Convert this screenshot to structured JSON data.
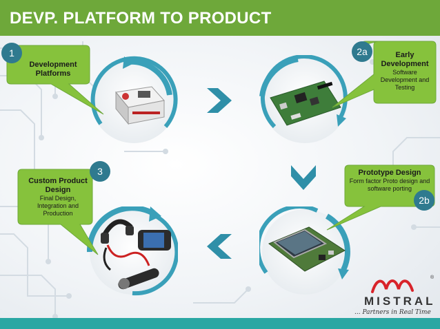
{
  "slide": {
    "title": "DEVP. PLATFORM TO PRODUCT"
  },
  "steps": [
    {
      "badge": "1",
      "title": "Development Platforms",
      "description": ""
    },
    {
      "badge": "2a",
      "title": "Early Development",
      "description": "Software Development and Testing"
    },
    {
      "badge": "2b",
      "title": "Prototype Design",
      "description": "Form factor Proto design and software porting"
    },
    {
      "badge": "3",
      "title": "Custom Product Design",
      "description": "Final Design, Integration and Production"
    }
  ],
  "logo": {
    "name": "MISTRAL",
    "tagline": "... Partners in Real Time",
    "reg_mark": "®"
  },
  "colors": {
    "header_green": "#6ea83a",
    "callout_green": "#86c23c",
    "arrow_teal": "#2f8fa8",
    "ring_teal": "#3aa0b9",
    "badge_teal": "#2f7a8f",
    "bottom_bar": "#2aa7a3",
    "logo_red": "#d8232a"
  },
  "icons": {
    "flow_arrow_right": "chevron-right-icon",
    "flow_arrow_down": "chevron-down-icon",
    "flow_arrow_left": "chevron-left-icon"
  }
}
